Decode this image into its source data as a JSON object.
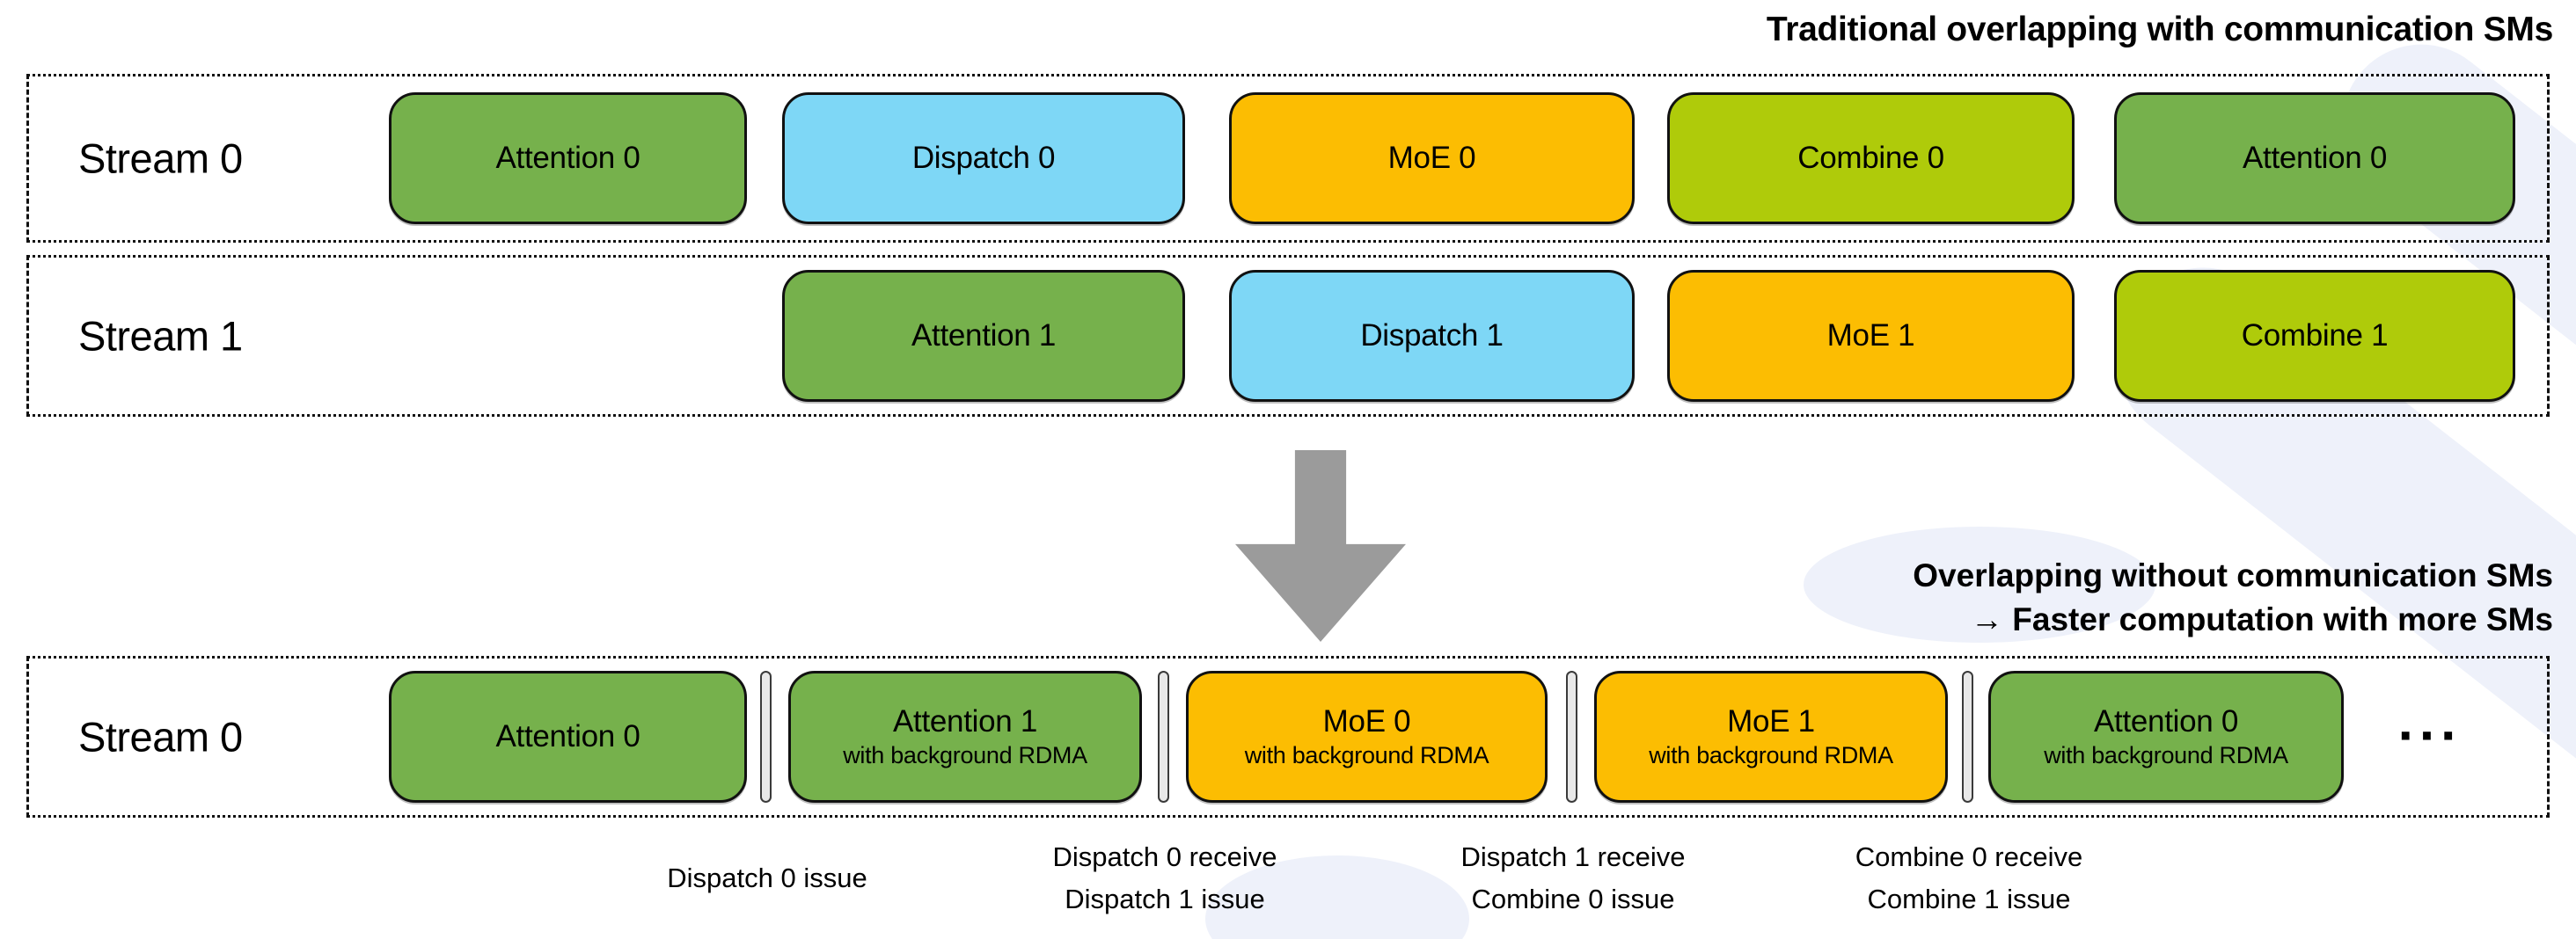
{
  "titles": {
    "traditional": "Traditional overlapping with communication SMs",
    "overlapping_line1": "Overlapping without communication SMs",
    "overlapping_line2": "→ Faster computation with more SMs"
  },
  "colors": {
    "attention": "#76B14C",
    "dispatch": "#7ED7F6",
    "moe": "#FCBD02",
    "combine": "#AFCB0A",
    "arrow": "#9B9B9B",
    "divider": "#E8E8E8"
  },
  "traditional": {
    "stream0": {
      "label": "Stream 0",
      "blocks": [
        {
          "label": "Attention 0"
        },
        {
          "label": "Dispatch 0"
        },
        {
          "label": "MoE 0"
        },
        {
          "label": "Combine 0"
        },
        {
          "label": "Attention 0"
        }
      ]
    },
    "stream1": {
      "label": "Stream 1",
      "blocks": [
        {
          "label": "Attention 1"
        },
        {
          "label": "Dispatch 1"
        },
        {
          "label": "MoE 1"
        },
        {
          "label": "Combine 1"
        }
      ]
    }
  },
  "overlapped": {
    "stream0": {
      "label": "Stream 0",
      "blocks": [
        {
          "label": "Attention 0",
          "sublabel": ""
        },
        {
          "label": "Attention 1",
          "sublabel": "with background RDMA"
        },
        {
          "label": "MoE 0",
          "sublabel": "with background RDMA"
        },
        {
          "label": "MoE 1",
          "sublabel": "with background RDMA"
        },
        {
          "label": "Attention 0",
          "sublabel": "with background RDMA"
        }
      ],
      "ellipsis": "..."
    },
    "annotations": [
      {
        "line1": "Dispatch 0 issue",
        "line2": ""
      },
      {
        "line1": "Dispatch 0 receive",
        "line2": "Dispatch 1 issue"
      },
      {
        "line1": "Dispatch 1 receive",
        "line2": "Combine 0 issue"
      },
      {
        "line1": "Combine 0 receive",
        "line2": "Combine 1 issue"
      }
    ]
  }
}
